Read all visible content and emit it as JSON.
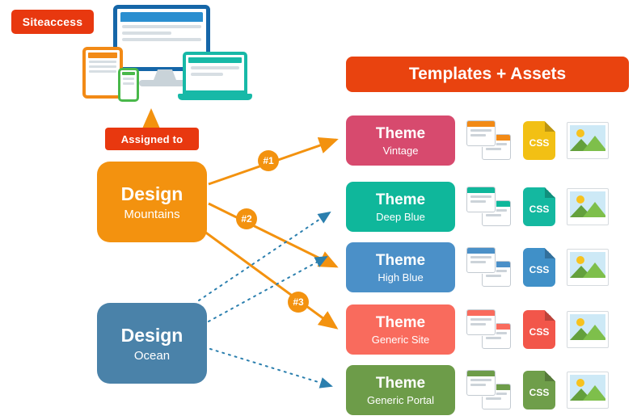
{
  "labels": {
    "siteaccess": "Siteaccess",
    "assigned_to": "Assigned to"
  },
  "designs": [
    {
      "title": "Design",
      "subtitle": "Mountains",
      "color": "#f3920f"
    },
    {
      "title": "Design",
      "subtitle": "Ocean",
      "color": "#4a82a9"
    }
  ],
  "header": {
    "title": "Templates + Assets",
    "color": "#e9430f"
  },
  "themes": [
    {
      "title": "Theme",
      "subtitle": "Vintage",
      "color": "#d74a6e",
      "accent": "#f28a16",
      "css_label": "CSS",
      "css_color": "#f2c014"
    },
    {
      "title": "Theme",
      "subtitle": "Deep Blue",
      "color": "#0fb79b",
      "accent": "#0fb79b",
      "css_label": "CSS",
      "css_color": "#14b8a0"
    },
    {
      "title": "Theme",
      "subtitle": "High Blue",
      "color": "#4b90c8",
      "accent": "#4b90c8",
      "css_label": "CSS",
      "css_color": "#4090c8"
    },
    {
      "title": "Theme",
      "subtitle": "Generic Site",
      "color": "#f96b5d",
      "accent": "#f96b5d",
      "css_label": "CSS",
      "css_color": "#f2564a"
    },
    {
      "title": "Theme",
      "subtitle": "Generic Portal",
      "color": "#6d9c49",
      "accent": "#6d9c49",
      "css_label": "CSS",
      "css_color": "#6f9e4a"
    }
  ],
  "connections": {
    "badges": [
      "#1",
      "#2",
      "#3"
    ],
    "solid_orange": [
      {
        "from": "Design Mountains",
        "to": "Theme Vintage",
        "badge": "#1"
      },
      {
        "from": "Design Mountains",
        "to": "Theme High Blue",
        "badge": "#2"
      },
      {
        "from": "Design Mountains",
        "to": "Theme Generic Site",
        "badge": "#3"
      }
    ],
    "dotted_blue": [
      {
        "from": "Design Ocean",
        "to": "Theme Deep Blue"
      },
      {
        "from": "Design Ocean",
        "to": "Theme High Blue"
      },
      {
        "from": "Design Ocean",
        "to": "Theme Generic Portal"
      }
    ]
  },
  "colors": {
    "badge_bg": "#e8380f",
    "arrow_orange": "#f3920f",
    "arrow_blue": "#2b7fae",
    "number_badge": "#f3920f"
  }
}
